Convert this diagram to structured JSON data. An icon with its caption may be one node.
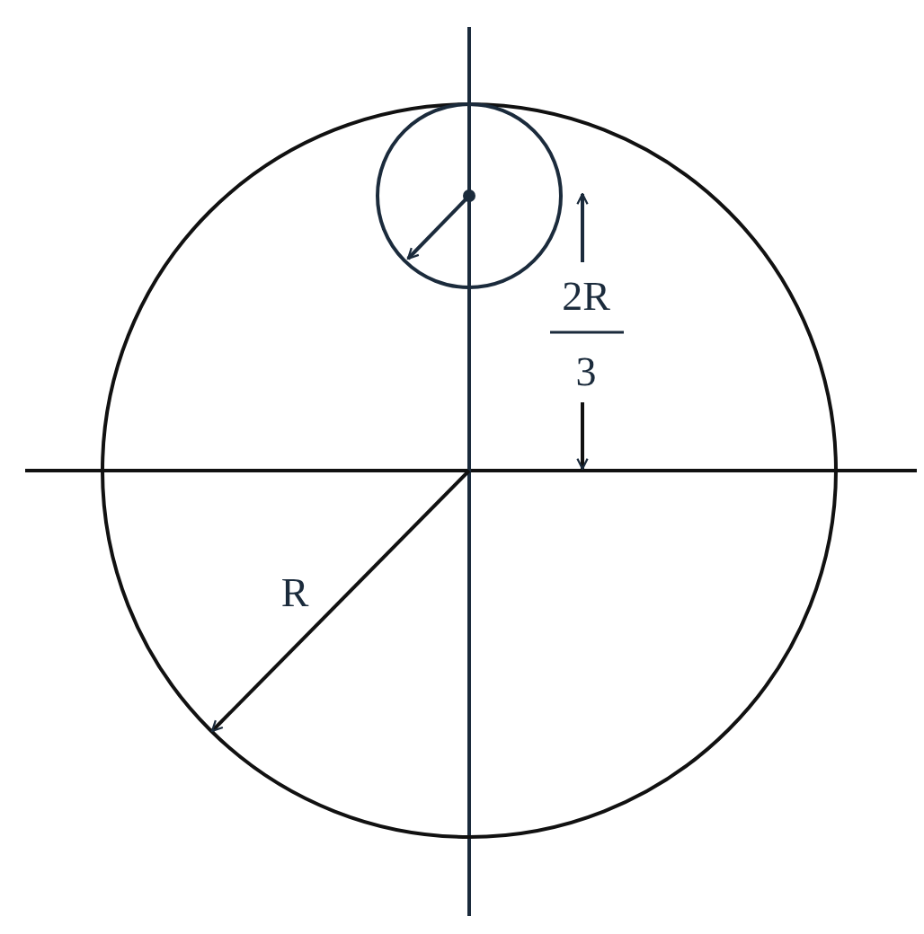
{
  "diagram": {
    "labels": [
      "R",
      "2R",
      "3"
    ]
  }
}
